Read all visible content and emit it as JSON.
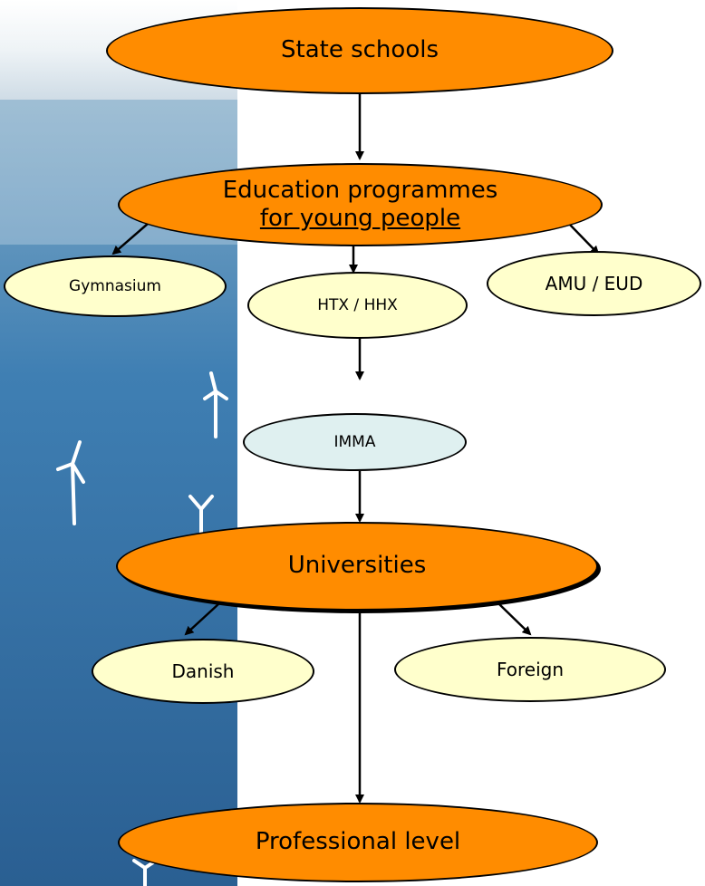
{
  "diagram": {
    "nodes": {
      "state_schools": "State schools",
      "education_line1": "Education programmes",
      "education_line2": "for young people",
      "gymnasium": "Gymnasium",
      "htx_hhx": "HTX / HHX",
      "amu_eud": "AMU / EUD",
      "imma": "IMMA",
      "universities": "Universities",
      "danish": "Danish",
      "foreign": "Foreign",
      "professional_level": "Professional level"
    },
    "edges": [
      [
        "state_schools",
        "education_programmes"
      ],
      [
        "education_programmes",
        "gymnasium"
      ],
      [
        "education_programmes",
        "htx_hhx"
      ],
      [
        "education_programmes",
        "amu_eud"
      ],
      [
        "htx_hhx",
        "imma"
      ],
      [
        "imma",
        "universities"
      ],
      [
        "universities",
        "danish"
      ],
      [
        "universities",
        "foreign"
      ],
      [
        "universities",
        "professional_level"
      ]
    ],
    "colors": {
      "primary_node": "#ff8c00",
      "secondary_node": "#ffffcc",
      "highlight_node": "#dff0f0",
      "background_sea": "#2f6ea6",
      "background_sky": "#dfe9f0"
    }
  }
}
